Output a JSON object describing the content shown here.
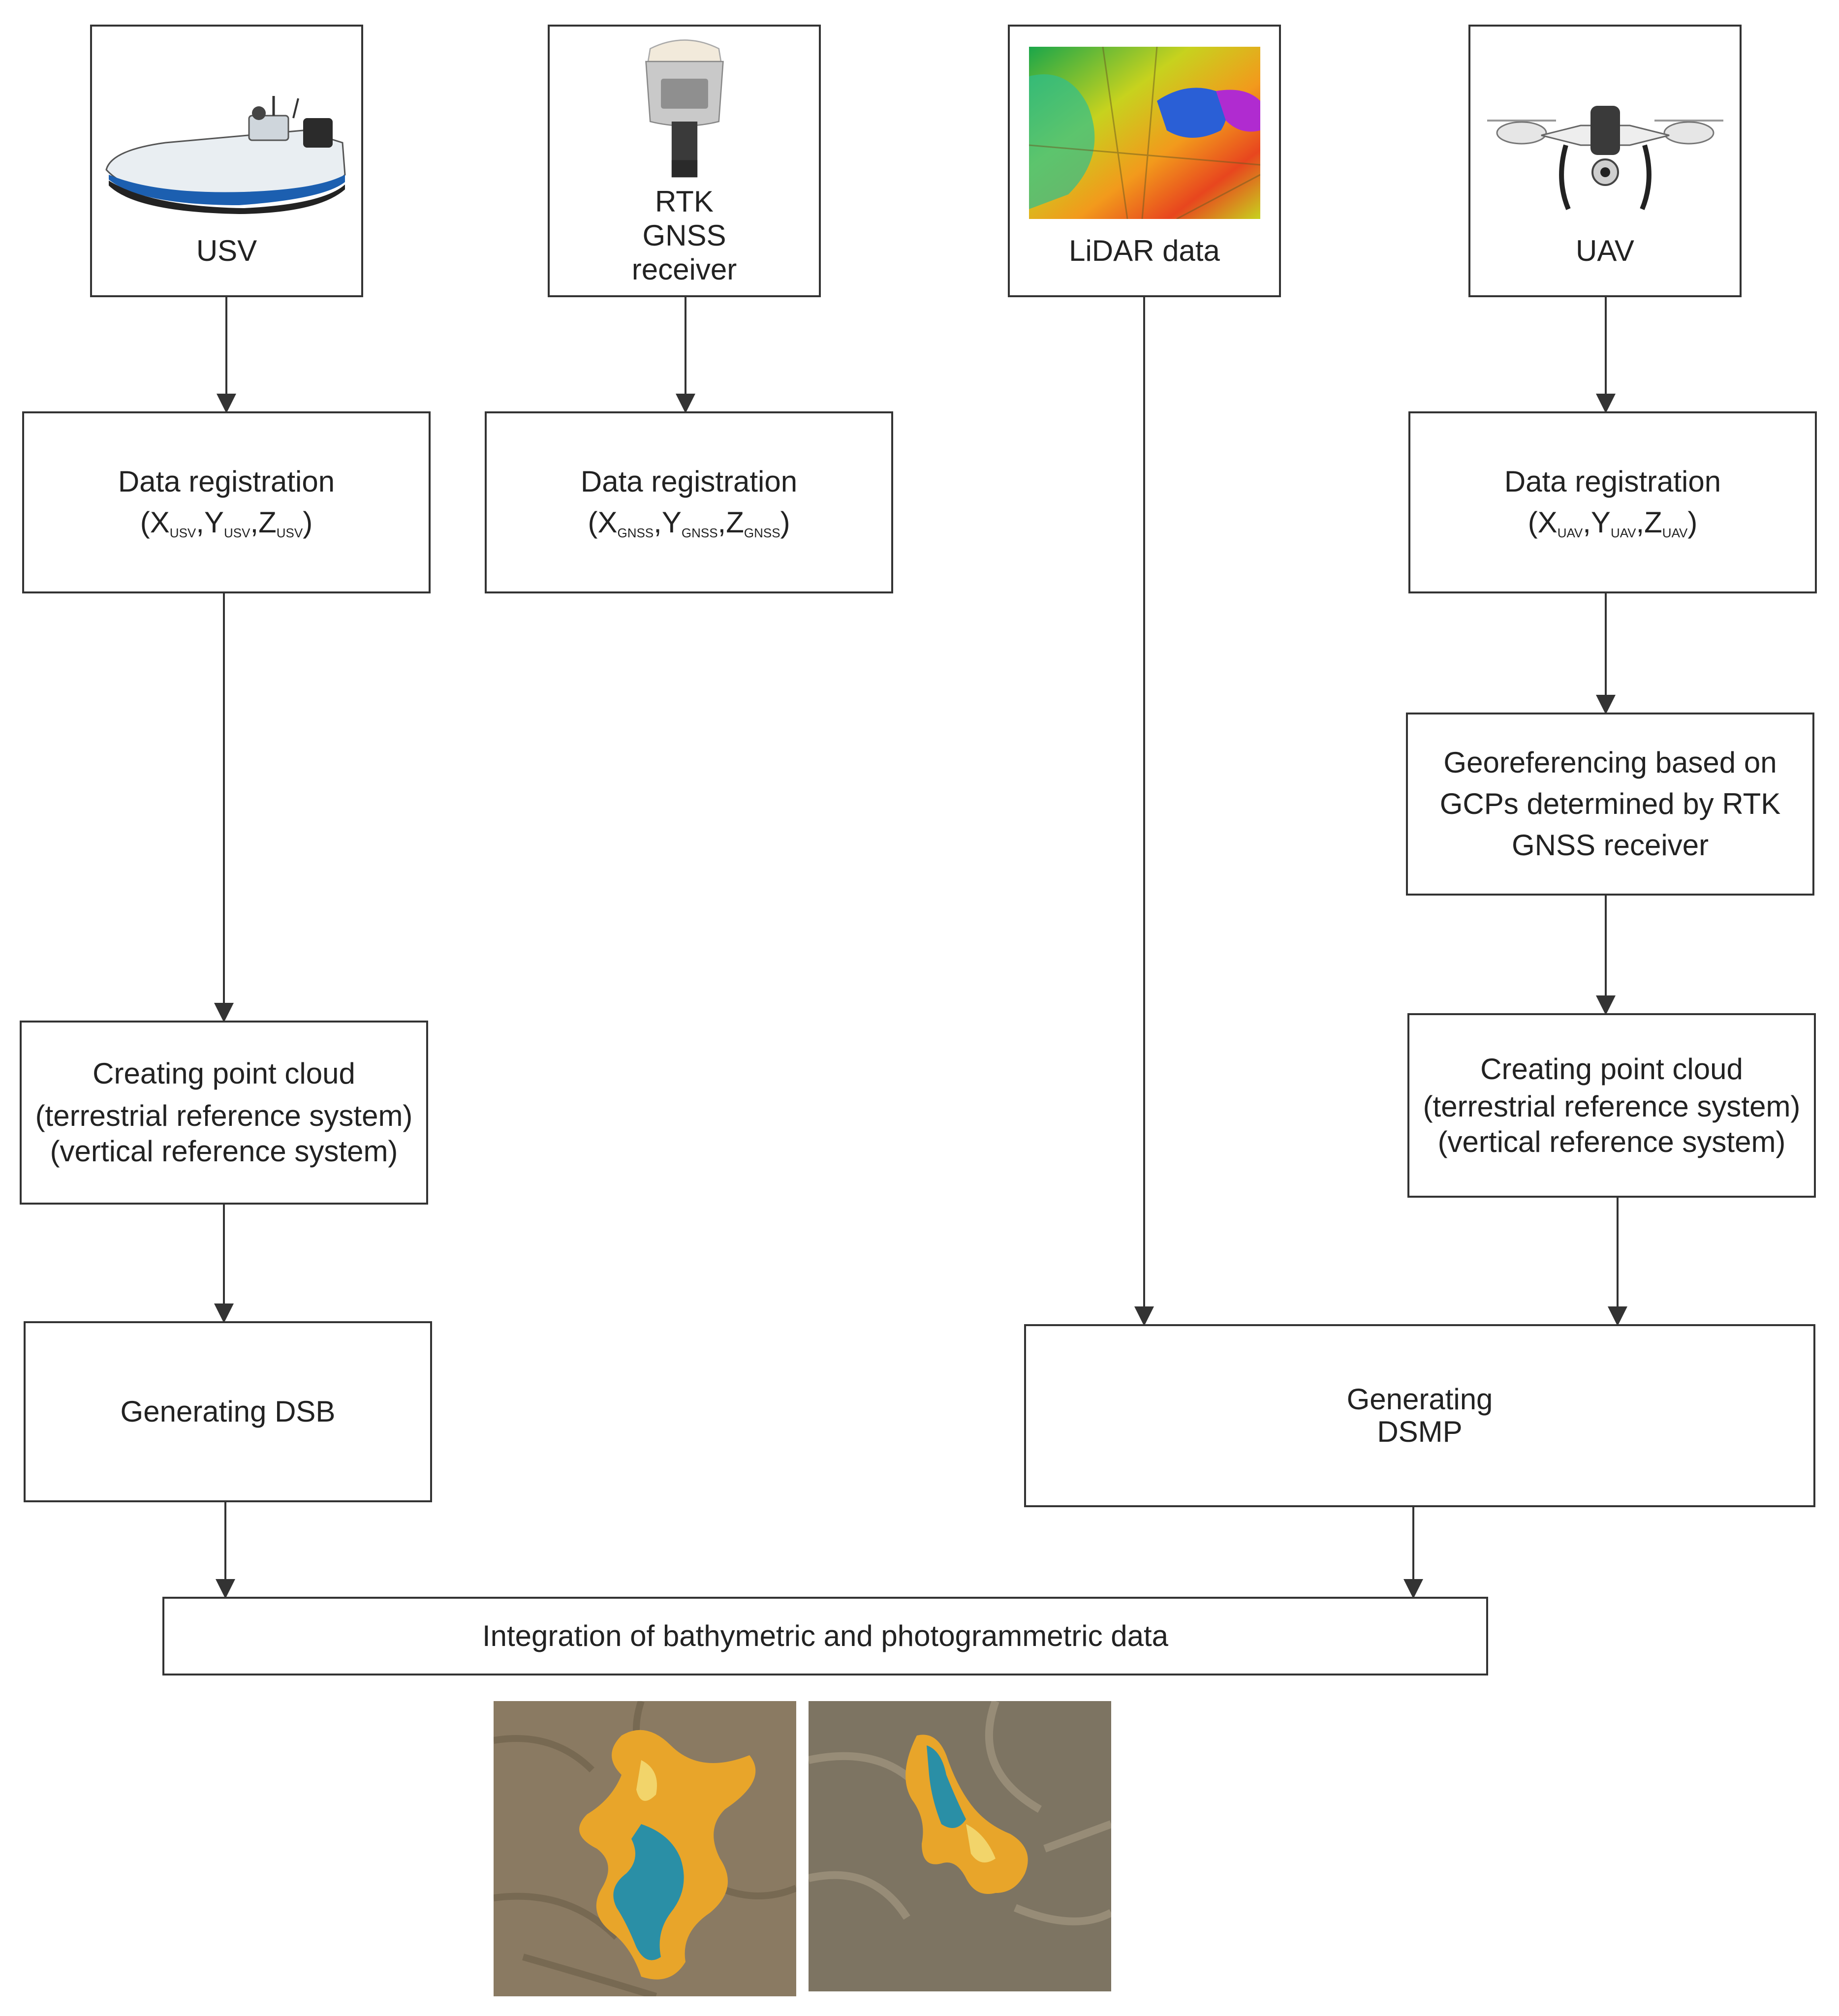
{
  "sources": {
    "usv": {
      "label": "USV",
      "icon": "usv-boat-icon"
    },
    "gnss": {
      "label": "RTK GNSS receiver",
      "icon": "gnss-receiver-icon"
    },
    "lidar": {
      "label": "LiDAR data",
      "icon": "lidar-map-icon"
    },
    "uav": {
      "label": "UAV",
      "icon": "drone-icon"
    }
  },
  "registration": {
    "title": "Data registration",
    "usv": {
      "x": "X",
      "y": "Y",
      "z": "Z",
      "sub": "USV"
    },
    "gnss": {
      "x": "X",
      "y": "Y",
      "z": "Z",
      "sub": "GNSS"
    },
    "uav": {
      "x": "X",
      "y": "Y",
      "z": "Z",
      "sub": "UAV"
    }
  },
  "georeferencing": {
    "label": "Georeferencing based on GCPs determined by RTK GNSS receiver"
  },
  "point_cloud": {
    "title": "Creating point cloud",
    "line2": "(terrestrial reference system)",
    "line3": "(vertical reference system)"
  },
  "generating_dsb": {
    "label": "Generating DSB"
  },
  "generating_dsmp": {
    "line1": "Generating",
    "line2": "DSMP"
  },
  "integration": {
    "label": "Integration of bathymetric and photogrammetric data"
  },
  "colors": {
    "stroke": "#333333",
    "water": "#2a8fa6",
    "shore": "#e8a52a",
    "terrain": "#8a7a62"
  }
}
